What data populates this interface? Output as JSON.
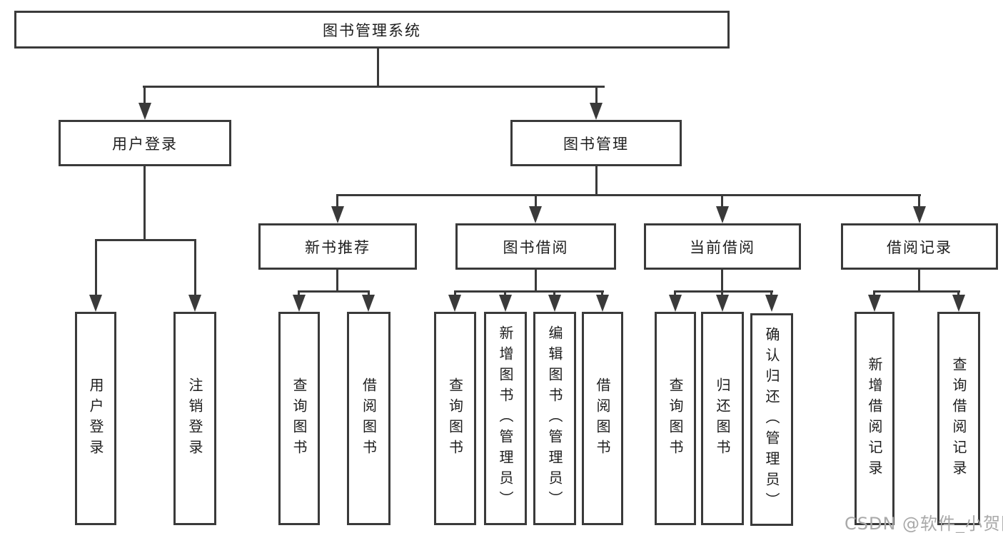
{
  "colors": {
    "line": "#3a3a3a",
    "text": "#1d1d1d",
    "watermark": "#a9a9a9",
    "background": "#ffffff"
  },
  "diagram": {
    "root": {
      "label": "图书管理系统"
    },
    "branches": [
      {
        "label": "用户登录",
        "children": [
          {
            "label": "用户登录"
          },
          {
            "label": "注销登录"
          }
        ]
      },
      {
        "label": "图书管理",
        "children": [
          {
            "label": "新书推荐",
            "children": [
              {
                "label": "查询图书"
              },
              {
                "label": "借阅图书"
              }
            ]
          },
          {
            "label": "图书借阅",
            "children": [
              {
                "label": "查询图书"
              },
              {
                "label": "新增图书（管理员）"
              },
              {
                "label": "编辑图书（管理员）"
              },
              {
                "label": "借阅图书"
              }
            ]
          },
          {
            "label": "当前借阅",
            "children": [
              {
                "label": "查询图书"
              },
              {
                "label": "归还图书"
              },
              {
                "label": "确认归还（管理员）"
              }
            ]
          },
          {
            "label": "借阅记录",
            "children": [
              {
                "label": "新增借阅记录"
              },
              {
                "label": "查询借阅记录"
              }
            ]
          }
        ]
      }
    ]
  },
  "watermark": {
    "text": "CSDN @软件_小贺同学"
  }
}
